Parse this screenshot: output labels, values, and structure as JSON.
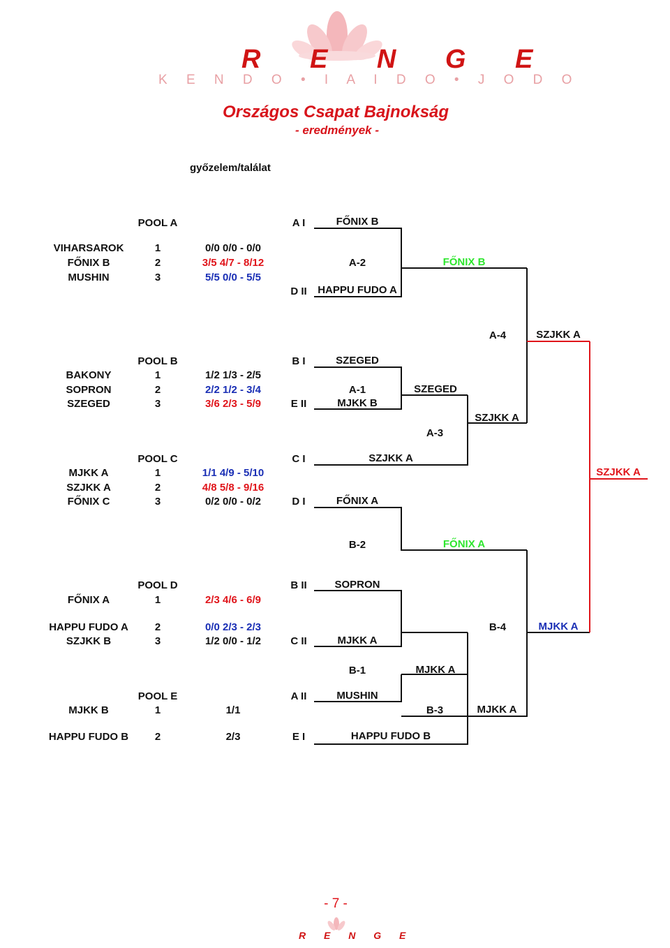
{
  "header": {
    "logo_word": "R E N G E",
    "logo_sub": "K E N D O • I A I D O • J O D O",
    "title": "Országos Csapat Bajnokság",
    "subtitle": "- eredmények -",
    "legend": "győzelem/találat"
  },
  "pools": {
    "a": {
      "label": "POOL A",
      "rows": [
        {
          "team": "VIHARSAROK",
          "rank": "1",
          "score": "0/0 0/0 - 0/0"
        },
        {
          "team": "FŐNIX B",
          "rank": "2",
          "score": "3/5 4/7 - 8/12"
        },
        {
          "team": "MUSHIN",
          "rank": "3",
          "score": "5/5 0/0 - 5/5"
        }
      ]
    },
    "b": {
      "label": "POOL B",
      "rows": [
        {
          "team": "BAKONY",
          "rank": "1",
          "score": "1/2 1/3 - 2/5"
        },
        {
          "team": "SOPRON",
          "rank": "2",
          "score": "2/2 1/2 - 3/4"
        },
        {
          "team": "SZEGED",
          "rank": "3",
          "score": "3/6 2/3 - 5/9"
        }
      ]
    },
    "c": {
      "label": "POOL C",
      "rows": [
        {
          "team": "MJKK A",
          "rank": "1",
          "score": "1/1 4/9 - 5/10"
        },
        {
          "team": "SZJKK A",
          "rank": "2",
          "score": "4/8 5/8 - 9/16"
        },
        {
          "team": "FŐNIX C",
          "rank": "3",
          "score": "0/2 0/0 - 0/2"
        }
      ]
    },
    "d": {
      "label": "POOL D",
      "rows": [
        {
          "team": "FŐNIX A",
          "rank": "1",
          "score": "2/3 4/6 - 6/9"
        },
        {
          "team": "HAPPU FUDO A",
          "rank": "2",
          "score": "0/0 2/3 - 2/3"
        },
        {
          "team": "SZJKK B",
          "rank": "3",
          "score": "1/2 0/0 - 1/2"
        }
      ]
    },
    "e": {
      "label": "POOL E",
      "rows": [
        {
          "team": "MJKK B",
          "rank": "1",
          "score": "1/1"
        },
        {
          "team": "HAPPU FUDO B",
          "rank": "2",
          "score": "2/3"
        }
      ]
    }
  },
  "seeds": {
    "a1": "A I",
    "d2": "D II",
    "b1": "B I",
    "e2": "E II",
    "c1": "C I",
    "d1": "D I",
    "b2": "B II",
    "c2": "C II",
    "a2": "A II",
    "e1": "E I"
  },
  "matches": {
    "a2": "A-2",
    "a1": "A-1",
    "a3": "A-3",
    "a4": "A-4",
    "b2": "B-2",
    "b4": "B-4",
    "b1": "B-1",
    "b3": "B-3"
  },
  "slots": {
    "a2_top": "FŐNIX B",
    "a2_bottom": "HAPPU FUDO A",
    "a2_winner": "FŐNIX B",
    "a1_top": "SZEGED",
    "a1_bottom": "MJKK B",
    "a1_winner": "SZEGED",
    "a4_winner": "SZJKK A",
    "a3_winner": "SZJKK A",
    "c_top": "SZJKK A",
    "c_bottom": "FŐNIX A",
    "final_winner": "SZJKK A",
    "b2_winner": "FŐNIX A",
    "b_sopron": "SOPRON",
    "b_mjkk": "MJKK A",
    "b4_winner": "MJKK A",
    "b1_winner": "MJKK A",
    "b_mushin": "MUSHIN",
    "b3_winner": "MJKK A",
    "b_happu": "HAPPU FUDO B"
  },
  "footer": {
    "page": "- 7 -",
    "logo_word": "R E N G E"
  },
  "colors": {
    "red": "#e0151b",
    "blue": "#1a2fb5",
    "green": "#2ee62e",
    "black": "#111111"
  }
}
